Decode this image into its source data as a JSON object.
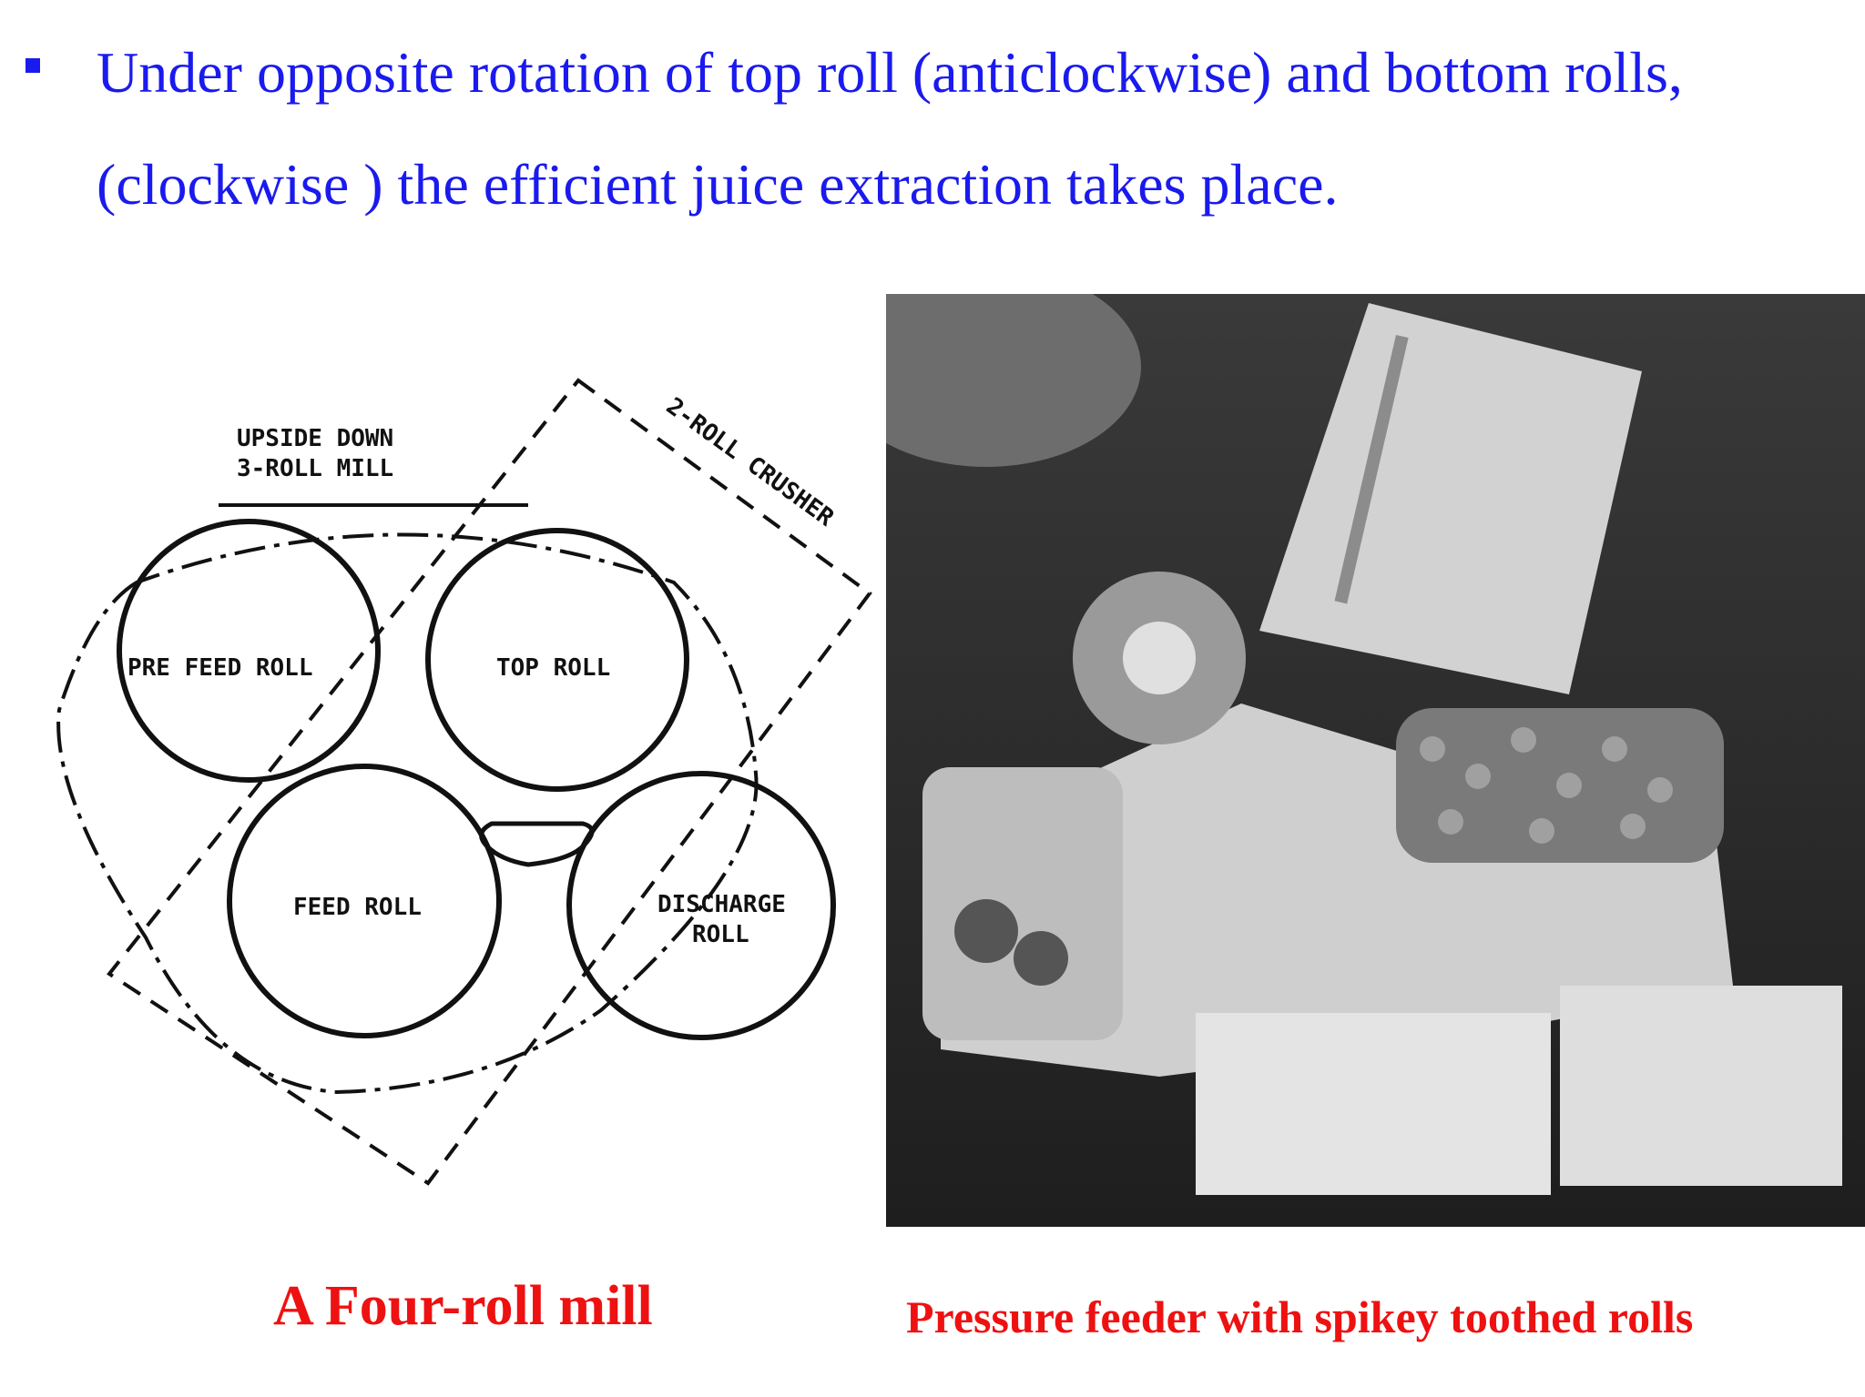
{
  "bullet": {
    "line1": "Under opposite rotation of top roll (anticlockwise) and bottom rolls,",
    "line2": "(clockwise ) the  efficient  juice extraction takes place."
  },
  "diagram": {
    "note_upside_line1": "UPSIDE DOWN",
    "note_upside_line2": "3-ROLL MILL",
    "note_crusher": "2-ROLL CRUSHER",
    "roll_pre_feed": "PRE FEED ROLL",
    "roll_top": "TOP ROLL",
    "roll_feed": "FEED ROLL",
    "roll_discharge_line1": "DISCHARGE",
    "roll_discharge_line2": "ROLL"
  },
  "captions": {
    "left": "A Four-roll mill",
    "right": "Pressure feeder with spikey toothed rolls"
  },
  "colors": {
    "bullet_text": "#1a1aee",
    "caption": "#ee1111"
  }
}
